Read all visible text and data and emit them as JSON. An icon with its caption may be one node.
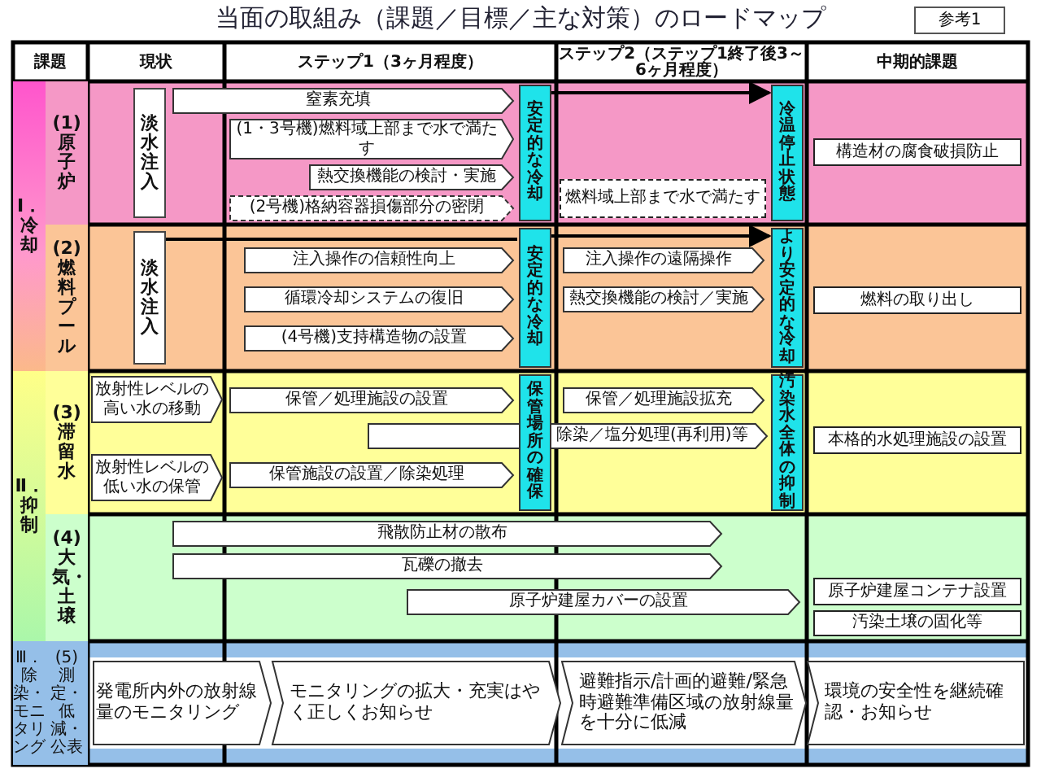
{
  "diagram": {
    "title": "当面の取組み（課題／目標／主な対策）のロードマップ",
    "nodes": [
      {
        "text": [
          "Ⅰ．冷却"
        ]
      },
      {
        "text": [
          "(1)原子炉"
        ]
      },
      {
        "text": [
          "淡水注入"
        ]
      },
      {
        "text": [
          "窒素充填"
        ]
      },
      {
        "text": [
          "(1・3号機)燃料域上部まで水で満たす"
        ]
      },
      {
        "text": [
          "熱交換機能の検討・実施"
        ]
      },
      {
        "text": [
          "(2号機)格納容器損傷部分の密閉"
        ]
      },
      {
        "text": [
          "安定的な冷却"
        ]
      },
      {
        "text": [
          "燃料域上部まで水で満たす"
        ]
      },
      {
        "text": [
          "冷温停止状態"
        ]
      },
      {
        "text": [
          "構造材の腐食破損防止"
        ]
      },
      {
        "text": [
          "(2)燃料プール"
        ]
      },
      {
        "text": [
          "淡水注入"
        ]
      },
      {
        "text": [
          "注入操作の信頼性向上"
        ]
      },
      {
        "text": [
          "循環冷却システムの復旧"
        ]
      },
      {
        "text": [
          "(4号機)支持構造物の設置"
        ]
      },
      {
        "text": [
          "安定的な冷却"
        ]
      },
      {
        "text": [
          "注入操作の遠隔操作"
        ]
      },
      {
        "text": [
          "熱交換機能の検討／実施"
        ]
      },
      {
        "text": [
          "より安定的な冷却"
        ]
      },
      {
        "text": [
          "燃料の取り出し"
        ]
      },
      {
        "text": [
          "Ⅱ．抑制"
        ]
      },
      {
        "text": [
          "(3)滞留水"
        ]
      },
      {
        "text": [
          "放射性レベルの高い水の移動"
        ]
      },
      {
        "text": [
          "保管／処理施設の設置"
        ]
      },
      {
        "text": [
          "放射性レベルの低い水の保管"
        ]
      },
      {
        "text": [
          "保管施設の設置／除染処理"
        ]
      },
      {
        "text": [
          "保管場所の確保"
        ]
      },
      {
        "text": [
          "保管／処理施設拡充"
        ]
      },
      {
        "text": [
          "除染／塩分処理(再利用)等"
        ]
      },
      {
        "text": [
          "汚染水全体の抑制"
        ]
      },
      {
        "text": [
          "本格的水処理施設の設置"
        ]
      },
      {
        "text": [
          "(4)大気・土壌"
        ]
      },
      {
        "text": [
          "飛散防止材の散布"
        ]
      },
      {
        "text": [
          "瓦礫の撤去"
        ]
      },
      {
        "text": [
          "原子炉建屋カバーの設置"
        ]
      },
      {
        "text": [
          "原子炉建屋コンテナ設置"
        ]
      },
      {
        "text": [
          "汚染土壌の固化等"
        ]
      },
      {
        "text": [
          "Ⅲ．除染・モニタリング"
        ]
      },
      {
        "text": [
          "(5)測定・低減・公表"
        ]
      },
      {
        "text": [
          "発電所内外の放射線量のモニタリング"
        ]
      },
      {
        "text": [
          "モニタリングの拡大・充実はやく正しくお知らせ"
        ]
      },
      {
        "text": [
          "避難指示/計画的避難/緊急時避難準備区域の放射線量を十分に低減"
        ]
      },
      {
        "text": [
          "環境の安全性を継続確認・お知らせ"
        ]
      }
    ],
    "edges": [
      {
        "from": 7,
        "to": 9,
        "arrow": "to"
      },
      {
        "from": 12,
        "to": 16,
        "arrow": "none"
      },
      {
        "from": 16,
        "to": 19,
        "arrow": "to"
      }
    ],
    "labels": [
      "参考1",
      "課題",
      "現状",
      "ステップ1（3ヶ月程度）",
      "ステップ2（ステップ1終了後3～6ヶ月程度）",
      "中期的課題"
    ]
  }
}
